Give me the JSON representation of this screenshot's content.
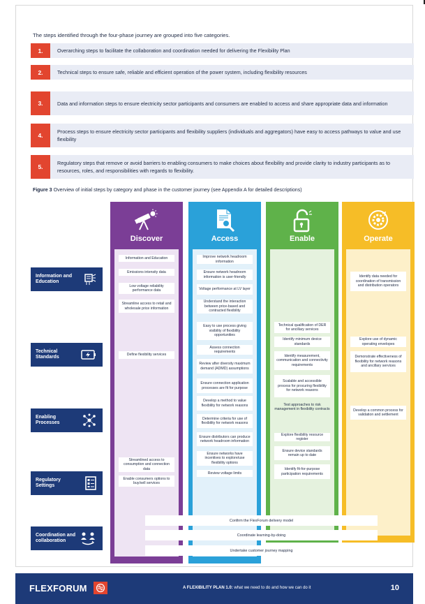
{
  "intro": "The steps identified through the four-phase journey are grouped into five categories.",
  "steps": [
    {
      "num": "1.",
      "text": "Overarching steps to facilitate the collaboration and coordination needed for delivering the Flexibility Plan"
    },
    {
      "num": "2.",
      "text": "Technical steps to ensure safe, reliable and efficient operation of the power system, including flexibility resources"
    },
    {
      "num": "3.",
      "text": "Data and information steps to ensure electricity sector participants and consumers are enabled to access and share appropriate data and information"
    },
    {
      "num": "4.",
      "text": "Process steps to ensure electricity sector participants and flexibility suppliers (individuals and aggregators) have easy to access pathways to value and use flexibility"
    },
    {
      "num": "5.",
      "text": "Regulatory steps that remove or avoid barriers to enabling consumers to make choices about flexibility and provide clarity to industry participants as to resources, roles, and responsibilities with regards to flexibility."
    }
  ],
  "figure": {
    "label": "Figure 3",
    "caption": "Overview of initial steps by category and phase in the customer journey (see Appendix A for detailed descriptions)"
  },
  "columns": {
    "discover": "Discover",
    "access": "Access",
    "enable": "Enable",
    "operate": "Operate"
  },
  "rows": {
    "info": "Information and Education",
    "tech": "Technical Standards",
    "proc": "Enabling Processes",
    "reg": "Regulatory Settings",
    "coord": "Coordination and collaboration"
  },
  "discover_items": [
    "Information and Education",
    "Emissions intensity data",
    "Low voltage reliability performance data",
    "Streamline access to retail and wholesale price information",
    "Define flexibility services",
    "Streamlined access to consumption and connection data",
    "Enable consumers options to buy/sell services"
  ],
  "access_items": [
    "Improve network headroom information",
    "Ensure network headroom information is user-friendly",
    "Voltage performance at LV layer",
    "Understand the interaction between price-based and contracted flexibility",
    "Easy to use process giving visibility of flexibility opportunities",
    "Assess connection requirements",
    "Review after diversity maximum demand (ADMD) assumptions",
    "Ensure connection application processes are fit for purpose",
    "Develop a method to value flexibility for network reasons",
    "Determine criteria for use of flexibility for network reasons",
    "Ensure distributors can produce network headroom information",
    "Ensure networks have incentives to explore/use flexibility options",
    "Review voltage limits"
  ],
  "enable_items": [
    "Technical qualification of DER for ancillary services",
    "Identify minimum device standards",
    "Identify measurement, communication and connectivity requirements",
    "Scalable and accessible process for procuring flexibility for network reasons",
    "Test approaches to risk management in flexibility contracts",
    "Explore flexibility resource register",
    "Ensure device standards remain up to date",
    "Identify fit-for-purpose participation requirements"
  ],
  "operate_items": [
    "Identify data needed for coordination of transmission and distribution operators",
    "Explore use of dynamic operating envelopes",
    "Demonstrate effectiveness of flexibility for network reasons and ancillary services",
    "Develop a common process for validation and settlement"
  ],
  "wide_items": [
    "Confirm the FlexForum delivery model",
    "Coordinate learning-by-doing",
    "Undertake customer journey mapping"
  ],
  "footer": {
    "brand": "FLEXFORUM",
    "tag_bold": "A FLEXIBILITY PLAN 1.0:",
    "tag_rest": " what we need to do and how we can do it",
    "page": "10"
  },
  "colors": {
    "navy": "#1d3a78",
    "red": "#e2452f",
    "purple": "#7b3e96",
    "blue": "#2aa1d9",
    "green": "#5fb24a",
    "yellow": "#f6bd27"
  },
  "icons": [
    "telescope-icon",
    "document-search-icon",
    "padlock-icon",
    "gear-icon",
    "screen-icon",
    "battery-icon",
    "network-icon",
    "form-icon",
    "people-icon",
    "flexforum-logo-icon"
  ]
}
